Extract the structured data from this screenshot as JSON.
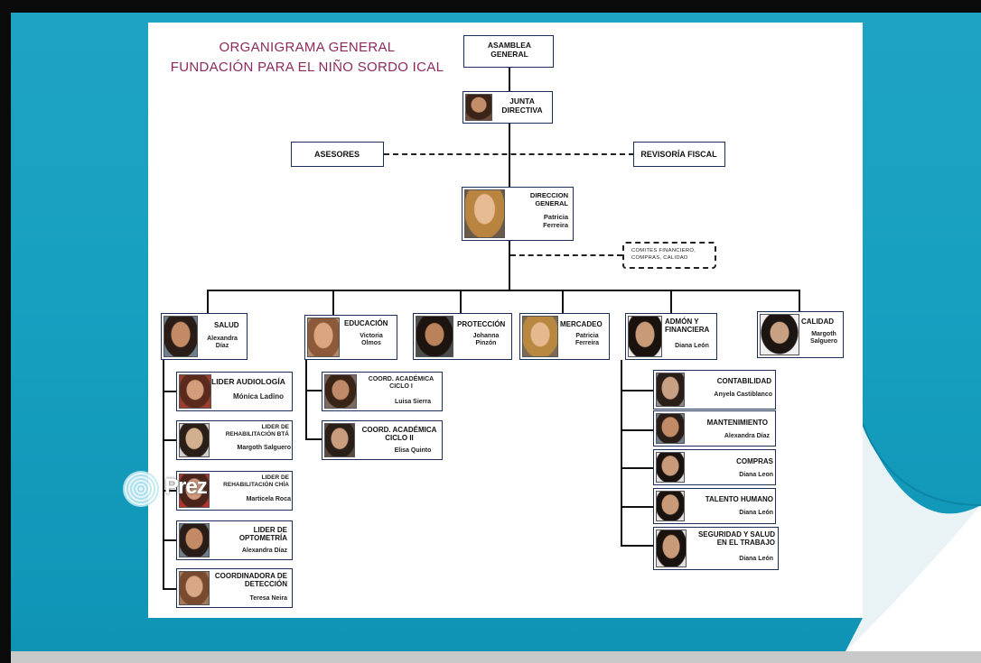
{
  "title_lines": [
    "ORGANIGRAMA GENERAL",
    "FUNDACIÓN PARA EL NIÑO SORDO ICAL"
  ],
  "colors": {
    "frame": "#17a0c0",
    "title": "#8b2a5c",
    "box_border": "#1a2e56"
  },
  "watermark": "Prez",
  "top": {
    "asamblea": "ASAMBLEA GENERAL",
    "junta": "JUNTA DIRECTIVA",
    "asesores": "ASESORES",
    "revisoria": "REVISORÍA FISCAL",
    "direccion": {
      "role": "DIRECCION GENERAL",
      "name": "Patricia Ferreira"
    },
    "comites": "COMITES FINANCIERO, COMPRAS, CALIDAD"
  },
  "areas": {
    "salud": {
      "role": "SALUD",
      "name": "Alexandra Díaz"
    },
    "educacion": {
      "role": "EDUCACIÓN",
      "name": "Victoria Olmos"
    },
    "proteccion": {
      "role": "PROTECCIÓN",
      "name": "Johanna Pinzón"
    },
    "mercadeo": {
      "role": "MERCADEO",
      "name": "Patricia Ferreira"
    },
    "admon": {
      "role": "ADMÓN Y FINANCIERA",
      "name": "Diana León"
    },
    "calidad": {
      "role": "CALIDAD",
      "name": "Margoth Salguero"
    }
  },
  "salud_children": [
    {
      "role": "LIDER AUDIOLOGÍA",
      "name": "Mónica Ladino"
    },
    {
      "role": "LIDER DE REHABILITACIÓN BTÁ",
      "name": "Margoth Salguero"
    },
    {
      "role": "LIDER DE REHABILITACIÓN CHÍA",
      "name": "Marticela Roca"
    },
    {
      "role": "LIDER DE OPTOMETRÍA",
      "name": "Alexandra Díaz"
    },
    {
      "role": "COORDINADORA DE DETECCIÓN",
      "name": "Teresa Neira"
    }
  ],
  "educacion_children": [
    {
      "role": "COORD. ACADÉMICA CICLO I",
      "name": "Luisa Sierra"
    },
    {
      "role": "COORD. ACADÉMICA CICLO II",
      "name": "Elisa Quinto"
    }
  ],
  "admon_children": [
    {
      "role": "CONTABILIDAD",
      "name": "Anyela Castiblanco"
    },
    {
      "role": "MANTENIMIENTO",
      "name": "Alexandra Díaz"
    },
    {
      "role": "COMPRAS",
      "name": "Diana Leon"
    },
    {
      "role": "TALENTO HUMANO",
      "name": "Diana León"
    },
    {
      "role": "SEGURIDAD Y SALUD EN EL TRABAJO",
      "name": "Diana León"
    }
  ]
}
